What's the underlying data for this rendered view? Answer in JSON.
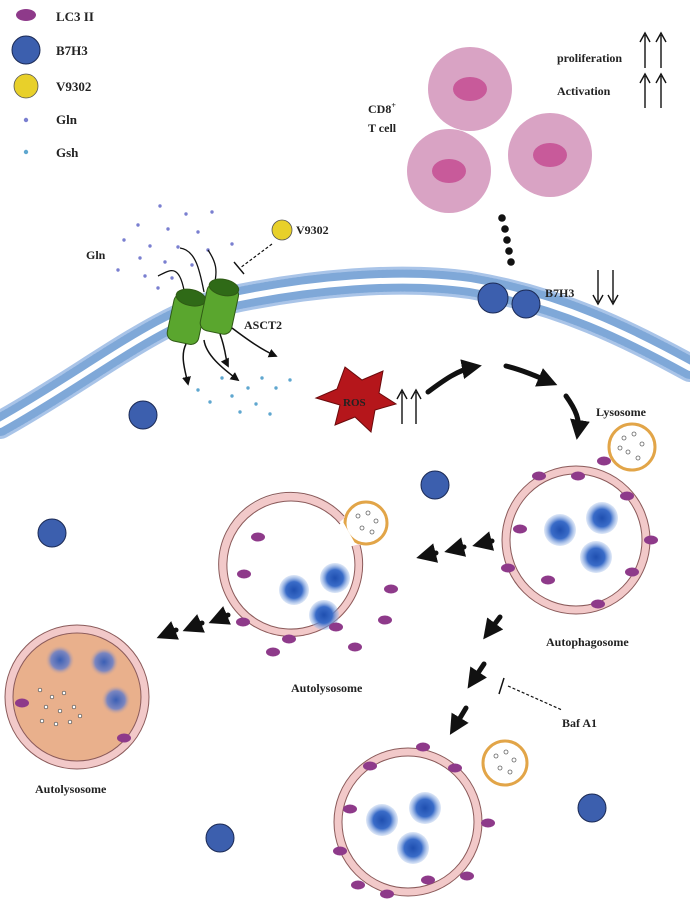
{
  "legend": {
    "lc3": "LC3 II",
    "b7h3": "B7H3",
    "v9302": "V9302",
    "gln": "Gln",
    "gsh": "Gsh"
  },
  "labels": {
    "cd8_main": "CD8",
    "cd8_sup": "+",
    "tcell": "T cell",
    "proliferation": "proliferation",
    "activation": "Activation",
    "gln": "Gln",
    "v9302": "V9302",
    "asct2": "ASCT2",
    "b7h3": "B7H3",
    "ros": "ROS",
    "lysosome": "Lysosome",
    "autophagosome": "Autophagosome",
    "autolysosome_1": "Autolysosome",
    "autolysosome_2": "Autolysosome",
    "bafa1": "Baf A1"
  },
  "colors": {
    "lc3": "#8e3a8a",
    "b7h3": "#3c5fae",
    "v9302": "#e8d02a",
    "gln": "#7a7fd0",
    "gsh": "#5fa7cf",
    "tcell": "#d9a3c4",
    "tcell_nucleus": "#c85a9a",
    "transporter": "#5aa62e",
    "ros": "#b5161b",
    "vesicle": "#f2c9c9",
    "lysosome": "#e2a548",
    "autolysosome_fill": "#e9b08c",
    "membrane": "#7fa8d8"
  }
}
